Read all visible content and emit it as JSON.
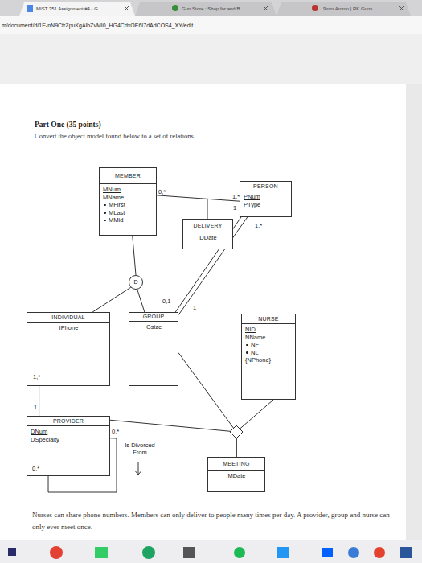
{
  "diagram": {
    "title": "Part One (35 points)",
    "caption": "Nurses can share phone numbers. Members can only deliver to people many times per day. A provider, group and nurse can only ever meet once.",
    "nodes": [
      {
        "text": [
          "MEMBER",
          "MNum",
          "MName",
          "MFirst",
          "MLast",
          "MMid"
        ]
      },
      {
        "text": [
          "PERSON",
          "PNum",
          "PType"
        ]
      },
      {
        "text": [
          "DELIVERY",
          "DDate"
        ]
      },
      {
        "text": [
          "D"
        ]
      },
      {
        "text": [
          "INDIVIDUAL",
          "IPhone"
        ]
      },
      {
        "text": [
          "GROUP",
          "Gsize"
        ]
      },
      {
        "text": [
          "NURSE",
          "NID",
          "NName",
          "NF",
          "NL",
          "{NPhone}"
        ]
      },
      {
        "text": [
          "PROVIDER",
          "DNum",
          "DSpecialty"
        ]
      },
      {
        "text": [
          "MEETING",
          "MDate"
        ]
      }
    ],
    "edges": [
      {
        "from": 0,
        "to": 1,
        "arrow": "none"
      },
      {
        "from": 0,
        "to": 3,
        "arrow": "none"
      },
      {
        "from": 3,
        "to": 4,
        "arrow": "none"
      },
      {
        "from": 3,
        "to": 5,
        "arrow": "none"
      },
      {
        "from": 1,
        "to": 5,
        "arrow": "none"
      },
      {
        "from": 1,
        "to": 5,
        "arrow": "none"
      },
      {
        "from": 5,
        "to": 8,
        "arrow": "none"
      },
      {
        "from": 6,
        "to": 8,
        "arrow": "none"
      },
      {
        "from": 7,
        "to": 8,
        "arrow": "none"
      },
      {
        "from": 4,
        "to": 7,
        "arrow": "none"
      },
      {
        "from": 7,
        "to": 7,
        "label": "Is Divorced From",
        "arrow": "none"
      }
    ],
    "labels": [
      "MIST 351 Assignment #4 - G",
      "Gun Store : Shop for and B",
      "9mm Ammo | RK Guns",
      "m/document/d/1E-nN9CtrZpuKgAlbZvMI0_HG4CdxOE6I7dAdCOS4_XY/edit",
      "Convert the object model found below to a set of relations.",
      "0,*",
      "1,*",
      "1",
      "1,*",
      "0,1",
      "1",
      "1,*",
      "1",
      "0,*",
      "0,*"
    ]
  }
}
